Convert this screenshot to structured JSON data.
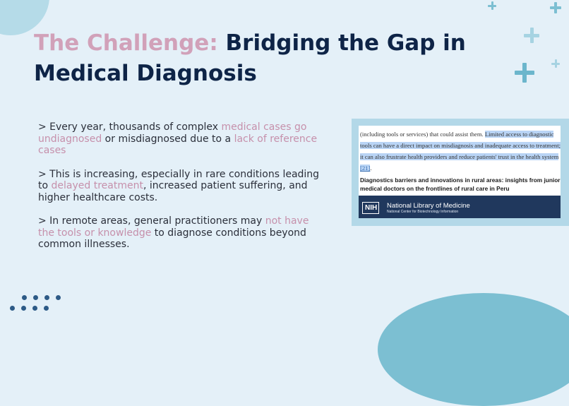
{
  "slide": {
    "title_accent": "The Challenge:",
    "title_main": " Bridging the Gap in Medical Diagnosis"
  },
  "bullets": [
    {
      "parts": [
        "> Every year, thousands of complex ",
        "medical cases go undiagnosed",
        " or misdiagnosed due to a ",
        "lack of reference cases"
      ]
    },
    {
      "parts": [
        "> This is increasing, especially in rare conditions leading to ",
        "delayed treatment",
        ", increased patient suffering, and higher healthcare costs."
      ]
    },
    {
      "parts": [
        "> In remote areas, general practitioners may ",
        "not have the tools or knowledge",
        " to diagnose conditions beyond common illnesses."
      ]
    }
  ],
  "excerpt": {
    "text_before": "(including tools or services) that could assist them. ",
    "text_selected": "Limited access to diagnostic tools can have a direct impact on misdiagnosis and inadequate access to treatment; it can also frustrate health providers and reduce patients' trust in the health system ",
    "citation": "[21]",
    "text_after": ".",
    "article_title": "Diagnostics barriers and innovations in rural areas: insights from junior medical doctors on the frontlines of rural care in Peru",
    "nih_logo": "NIH",
    "nih_name": "National Library of Medicine",
    "nih_sub": "National Center for Biotechnology Information"
  },
  "colors": {
    "background": "#e4f0f8",
    "title": "#0e2447",
    "accent_pink": "#d1a1b9",
    "highlight_text": "#c690ab",
    "teal": "#7cbfd2",
    "dot_blue": "#2d5a86",
    "nih_blue": "#20385d"
  },
  "decor": {
    "icons": [
      "plus-icon",
      "plus-icon",
      "plus-icon",
      "plus-icon",
      "plus-icon"
    ]
  }
}
